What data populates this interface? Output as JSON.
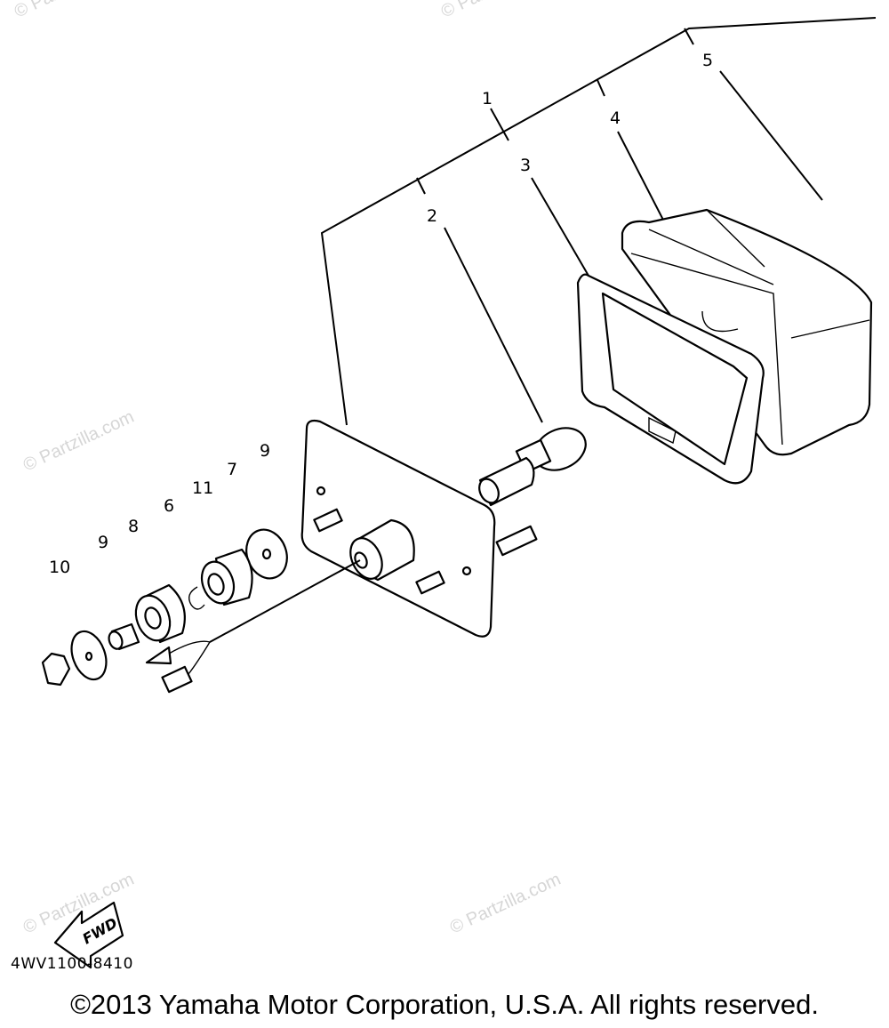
{
  "diagram": {
    "callouts": [
      "1",
      "2",
      "3",
      "4",
      "5",
      "6",
      "7",
      "8",
      "9",
      "9",
      "10",
      "11"
    ],
    "fwd_label": "FWD",
    "drawing_code": "4WV1100-8410",
    "copyright": "©2013 Yamaha Motor Corporation, U.S.A. All rights reserved.",
    "watermark": "© Partzilla.com"
  }
}
